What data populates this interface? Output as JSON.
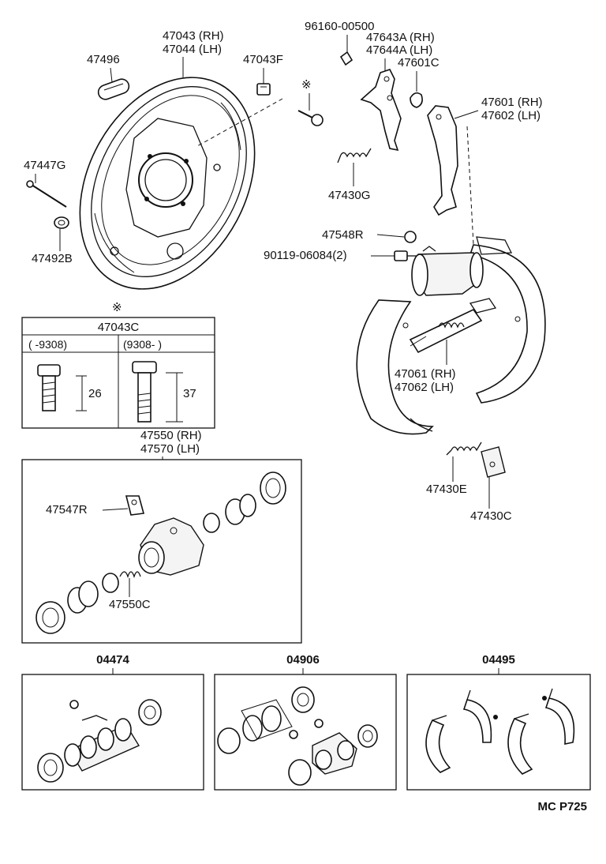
{
  "labels": {
    "backing_plate_rh": "47043 (RH)",
    "backing_plate_lh": "47044 (LH)",
    "plug_47496": "47496",
    "nut_47043f": "47043F",
    "bolt_mark": "※",
    "pin_47447g": "47447G",
    "washer_47492b": "47492B",
    "clip_96160": "96160-00500",
    "lever_47643a": "47643A (RH)",
    "lever_47644a": "47644A (LH)",
    "clip_47601c": "47601C",
    "lever_47601": "47601 (RH)",
    "lever_47602": "47602 (LH)",
    "spring_47430g": "47430G",
    "bleeder_47548r": "47548R",
    "bolt_90119": "90119-06084(2)",
    "adjuster_47061": "47061 (RH)",
    "adjuster_47062": "47062 (LH)",
    "spring_47430e": "47430E",
    "clip_47430c": "47430C"
  },
  "bolt_table": {
    "mark": "※",
    "title": "47043C",
    "col1_header": "(      -9308)",
    "col2_header": "(9308-      )",
    "col1_dim": "26",
    "col2_dim": "37"
  },
  "cylinder_box": {
    "title_rh": "47550 (RH)",
    "title_lh": "47570 (LH)",
    "bleeder_label": "47547R",
    "spring_label": "47550C"
  },
  "kits": [
    {
      "code": "04474"
    },
    {
      "code": "04906"
    },
    {
      "code": "04495"
    }
  ],
  "footer": {
    "ref": "MC P725"
  }
}
